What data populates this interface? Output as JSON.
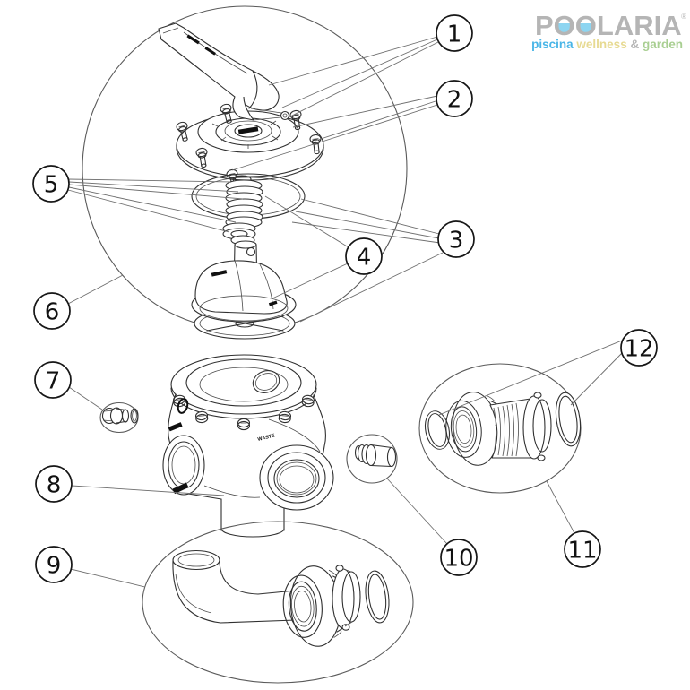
{
  "brand": {
    "name": "POOLARIA",
    "registered": "®",
    "tagline_piscina": "piscina",
    "tagline_wellness": "wellness",
    "tagline_amp": "&",
    "tagline_garden": "garden",
    "colors": {
      "logo_gray": "#b5b5b5",
      "water_blue": "#8dd5f1",
      "piscina_blue": "#49b5e7",
      "wellness_yellow": "#e7da92",
      "garden_green": "#a9cf92"
    }
  },
  "diagram": {
    "body_port_label": "WASTE",
    "callouts": [
      {
        "label": "1"
      },
      {
        "label": "2"
      },
      {
        "label": "3"
      },
      {
        "label": "4"
      },
      {
        "label": "5"
      },
      {
        "label": "6"
      },
      {
        "label": "7"
      },
      {
        "label": "8"
      },
      {
        "label": "9"
      },
      {
        "label": "10"
      },
      {
        "label": "11"
      },
      {
        "label": "12"
      }
    ]
  }
}
